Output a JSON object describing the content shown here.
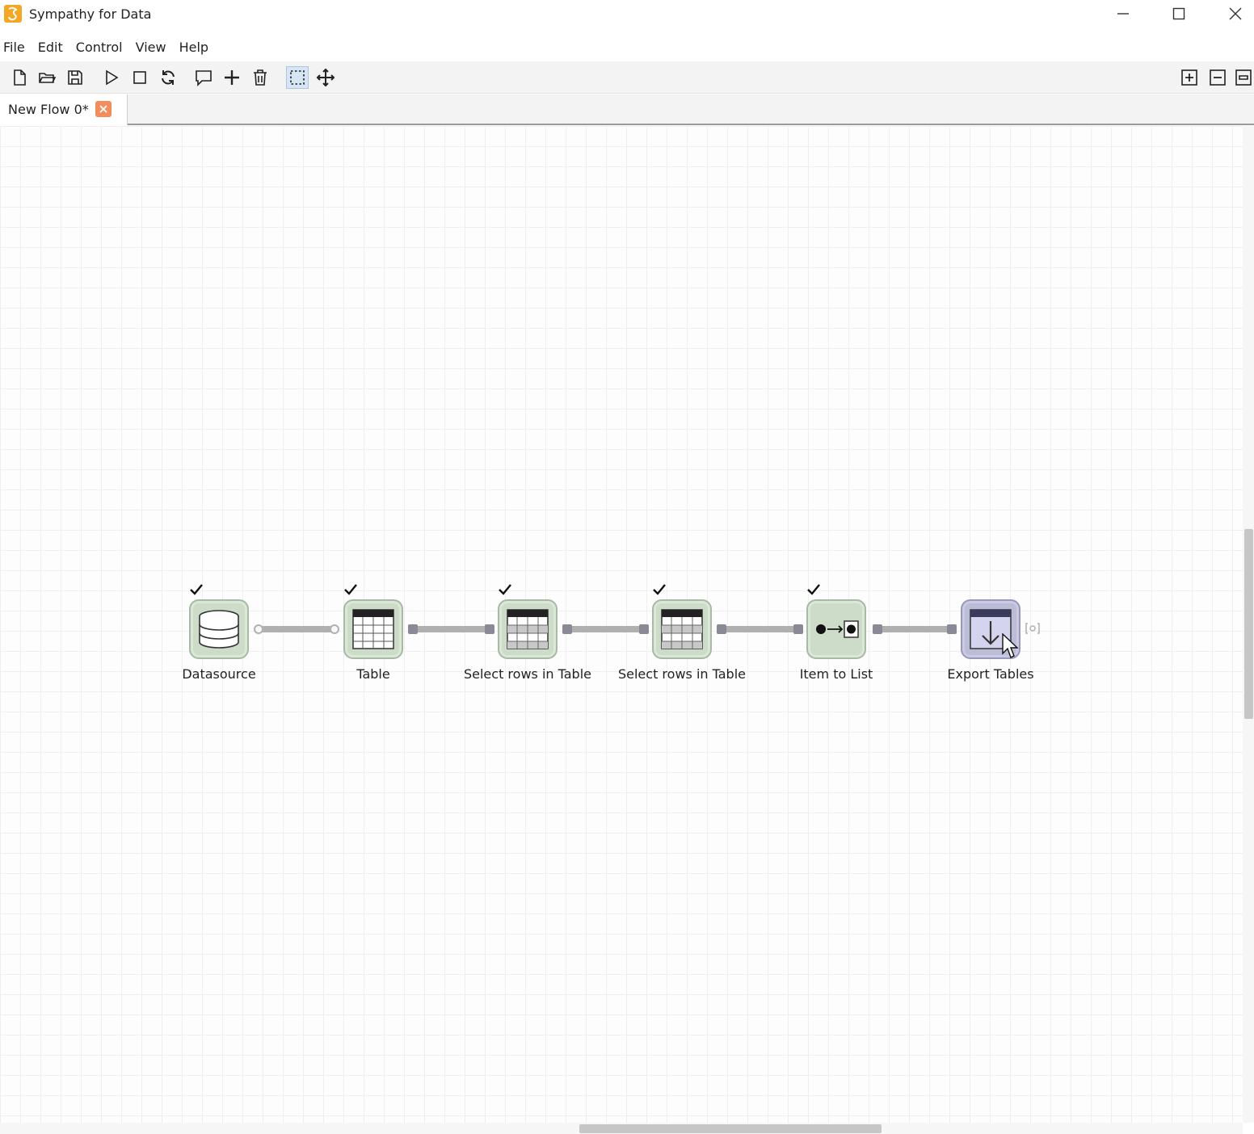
{
  "window": {
    "title": "Sympathy for Data"
  },
  "menu": {
    "items": [
      "File",
      "Edit",
      "Control",
      "View",
      "Help"
    ]
  },
  "toolbar": {
    "icons": [
      "new-file-icon",
      "open-folder-icon",
      "save-icon",
      "play-icon",
      "stop-icon",
      "reload-icon",
      "comment-icon",
      "add-icon",
      "delete-icon",
      "select-icon",
      "move-icon",
      "zoom-in-icon",
      "zoom-out-icon",
      "zoom-fit-icon"
    ],
    "active": "select-icon"
  },
  "tabs": [
    {
      "label": "New Flow 0*"
    }
  ],
  "flow": {
    "nodes": [
      {
        "label": "Datasource",
        "status": "done"
      },
      {
        "label": "Table",
        "status": "done"
      },
      {
        "label": "Select rows in Table",
        "status": "done"
      },
      {
        "label": "Select rows in Table",
        "status": "done"
      },
      {
        "label": "Item to List",
        "status": "done"
      },
      {
        "label": "Export Tables",
        "status": "pending"
      }
    ]
  },
  "colors": {
    "node_done": "#ccdcc8",
    "node_export": "#bcbcd6",
    "tab_close": "#f28c5b",
    "toolbar_bg": "#f3f3f3"
  }
}
